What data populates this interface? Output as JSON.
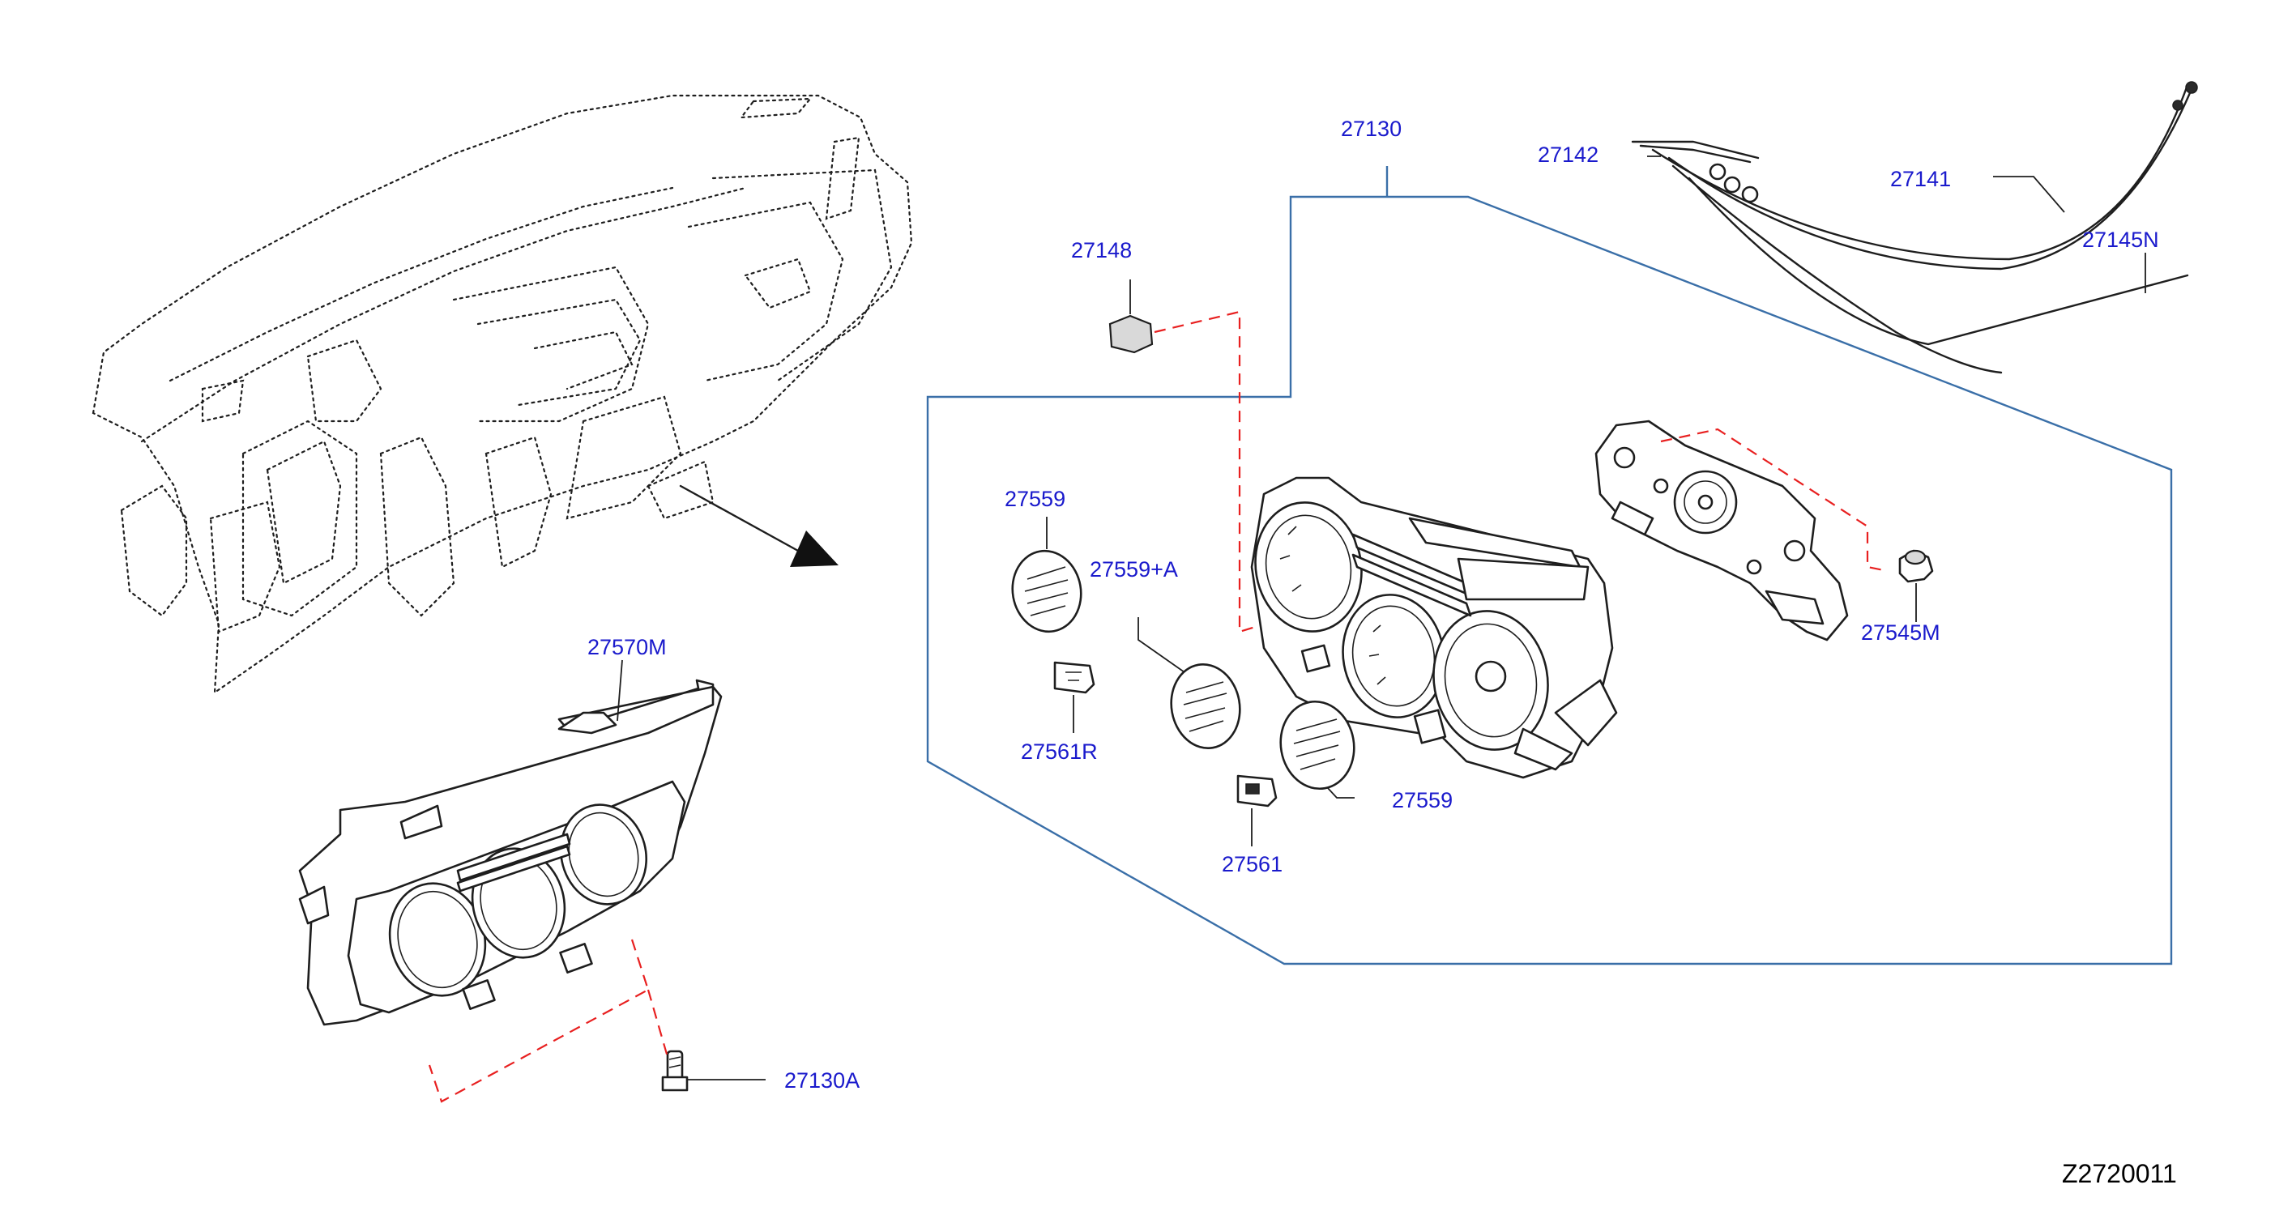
{
  "diagram": {
    "labels": {
      "l27130": "27130",
      "l27142": "27142",
      "l27141": "27141",
      "l27145N": "27145N",
      "l27148": "27148",
      "l27559a": "27559",
      "l27559A": "27559+A",
      "l27559b": "27559",
      "l27561R": "27561R",
      "l27561": "27561",
      "l27545M": "27545M",
      "l27570M": "27570M",
      "l27130A": "27130A"
    },
    "drawing_code": "Z2720011",
    "colors": {
      "label_text": "#1a1acc",
      "frame_line": "#3a6fa8",
      "dashed_connector": "#e82020",
      "part_outline": "#1e1e1e"
    }
  }
}
